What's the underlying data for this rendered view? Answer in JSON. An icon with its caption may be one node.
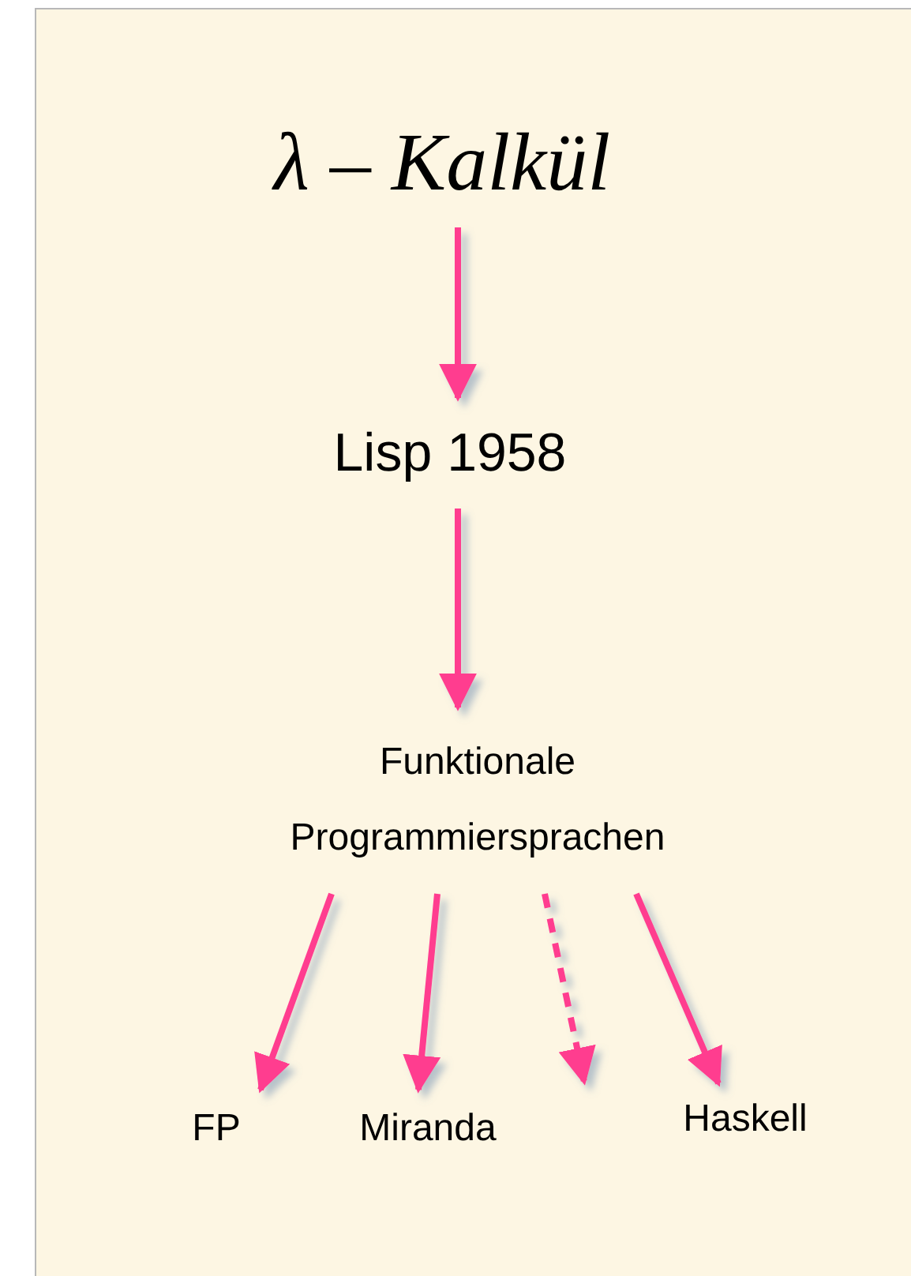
{
  "diagram": {
    "nodes": [
      {
        "text": [
          "λ – Kalkül"
        ]
      },
      {
        "text": [
          "Lisp 1958"
        ]
      },
      {
        "text": [
          "Funktionale Programmiersprachen"
        ]
      },
      {
        "text": [
          "FP"
        ]
      },
      {
        "text": [
          "Miranda"
        ]
      },
      {
        "text": [
          "Haskell"
        ]
      }
    ],
    "edges": [
      {
        "from": 0,
        "to": 1,
        "arrow": "to"
      },
      {
        "from": 1,
        "to": 2,
        "arrow": "to"
      },
      {
        "from": 2,
        "to": 3,
        "arrow": "to"
      },
      {
        "from": 2,
        "to": 4,
        "arrow": "to"
      },
      {
        "from": 2,
        "to": null,
        "arrow": "to",
        "style": "dashed"
      },
      {
        "from": 2,
        "to": 5,
        "arrow": "to"
      }
    ]
  }
}
